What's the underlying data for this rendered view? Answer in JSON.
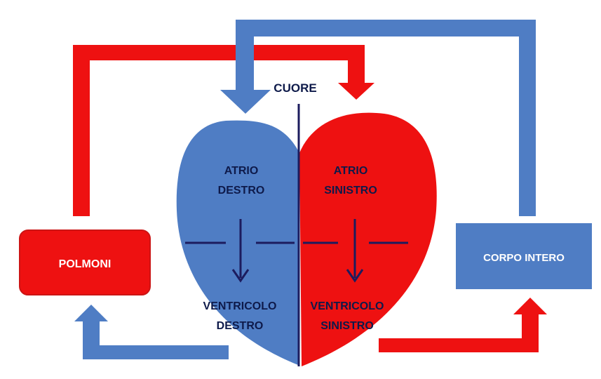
{
  "title": "CUORE",
  "boxes": {
    "lungs": "POLMONI",
    "body": "CORPO INTERO"
  },
  "heart": {
    "right_atrium": [
      "ATRIO",
      "DESTRO"
    ],
    "left_atrium": [
      "ATRIO",
      "SINISTRO"
    ],
    "right_ventricle": [
      "VENTRICOLO",
      "DESTRO"
    ],
    "left_ventricle": [
      "VENTRICOLO",
      "SINISTRO"
    ]
  },
  "colors": {
    "oxygenated": "#ee1111",
    "deoxygenated": "#4f7dc4",
    "divider": "#1c1c5e",
    "text_dark": "#0e1a4a",
    "text_light": "#ffffff"
  }
}
